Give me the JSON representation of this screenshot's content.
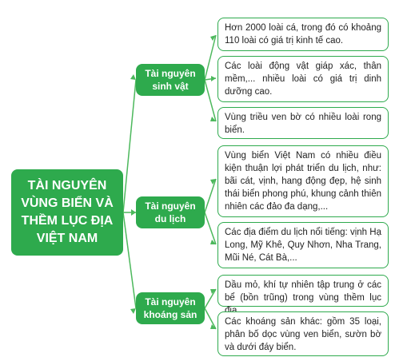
{
  "root": {
    "label": "TÀI NGUYÊN VÙNG BIỂN VÀ THỀM LỤC ĐỊA VIỆT NAM"
  },
  "branches": [
    {
      "label": "Tài nguyên sinh vật",
      "items": [
        "Hơn 2000 loài cá, trong đó có khoảng 110 loài có giá trị kinh tế cao.",
        "Các loài động vật giáp xác, thân mềm,... nhiều loài có giá trị dinh dưỡng cao.",
        "Vùng triều ven bờ có nhiều loài rong biển."
      ]
    },
    {
      "label": "Tài nguyên du lịch",
      "items": [
        "Vùng biển Việt Nam có nhiều điều kiện thuận lợi phát triển du lịch, như: bãi cát, vịnh, hang động đẹp, hệ sinh thái biển phong phú, khung cảnh thiên nhiên các đảo đa dạng,...",
        "Các địa điểm du lịch nổi tiếng: vịnh Hạ Long, Mỹ Khê, Quy Nhơn, Nha Trang, Mũi Né, Cát Bà,..."
      ]
    },
    {
      "label": "Tài nguyên khoáng sản",
      "items": [
        "Dầu mỏ, khí tự nhiên tập trung ở các bể (bồn trũng) trong vùng thềm lục địa.",
        "Các khoáng sản khác: gồm 35 loại, phân bố dọc vùng ven biển, sườn bờ và dưới đáy biển."
      ]
    }
  ],
  "colors": {
    "accent": "#2eaa4d",
    "line": "#4cb85c"
  }
}
